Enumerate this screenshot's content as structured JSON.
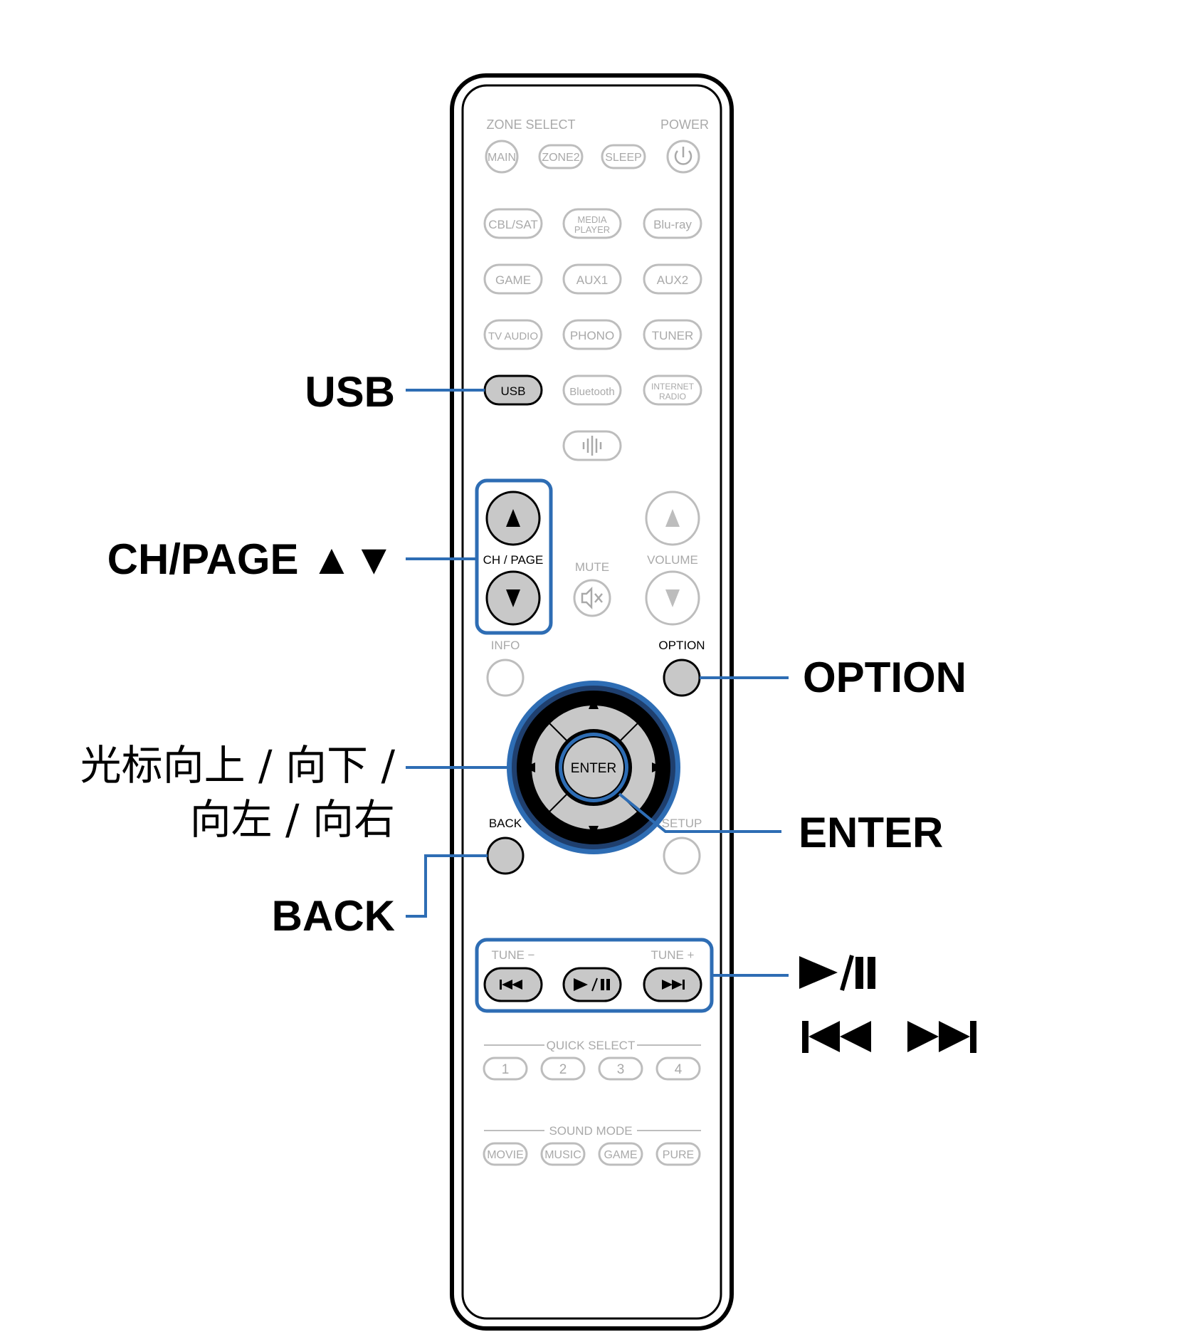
{
  "remote": {
    "zone_select_label": "ZONE SELECT",
    "power_label": "POWER",
    "buttons": {
      "main": "MAIN",
      "zone2": "ZONE2",
      "sleep": "SLEEP",
      "cbl_sat": "CBL/SAT",
      "media_player_1": "MEDIA",
      "media_player_2": "PLAYER",
      "bluray": "Blu-ray",
      "game": "GAME",
      "aux1": "AUX1",
      "aux2": "AUX2",
      "tv_audio": "TV AUDIO",
      "phono": "PHONO",
      "tuner": "TUNER",
      "usb": "USB",
      "bluetooth": "Bluetooth",
      "internet_radio_1": "INTERNET",
      "internet_radio_2": "RADIO",
      "ch_page": "CH / PAGE",
      "mute": "MUTE",
      "volume": "VOLUME",
      "info": "INFO",
      "option": "OPTION",
      "enter": "ENTER",
      "back": "BACK",
      "setup": "SETUP",
      "tune_minus": "TUNE −",
      "tune_plus": "TUNE +",
      "quick_select": "QUICK SELECT",
      "q1": "1",
      "q2": "2",
      "q3": "3",
      "q4": "4",
      "sound_mode": "SOUND MODE",
      "movie": "MOVIE",
      "music": "MUSIC",
      "game2": "GAME",
      "pure": "PURE"
    }
  },
  "callouts": {
    "usb": "USB",
    "ch_page": "CH/PAGE ▲▼",
    "cursor_line1": "光标向上 / 向下 /",
    "cursor_line2": "向左 / 向右",
    "back": "BACK",
    "option": "OPTION",
    "enter": "ENTER",
    "play_pause": "►/❚❚",
    "skip": "⏮ ⏭"
  },
  "colors": {
    "highlight": "#2e6db4",
    "highlight_fill": "#1f3f6e",
    "active_button": "#c8c8c8",
    "inactive_line": "#bdbdbd",
    "inactive_text": "#a9a9a9"
  }
}
